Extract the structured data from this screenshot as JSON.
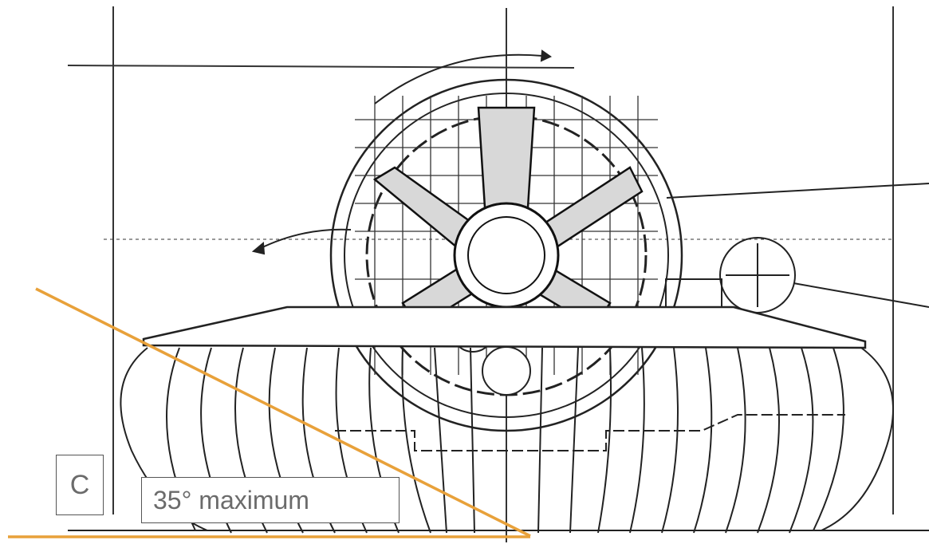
{
  "figure": {
    "subject": "fan-unit",
    "colors": {
      "line_art": "#222222",
      "angle_lines": "#e8a13a",
      "label_text": "#6b6b6b",
      "label_border": "#555555"
    },
    "labels": {
      "panel_letter": "C",
      "angle_note": "35° maximum"
    },
    "angle_degrees": 35
  }
}
